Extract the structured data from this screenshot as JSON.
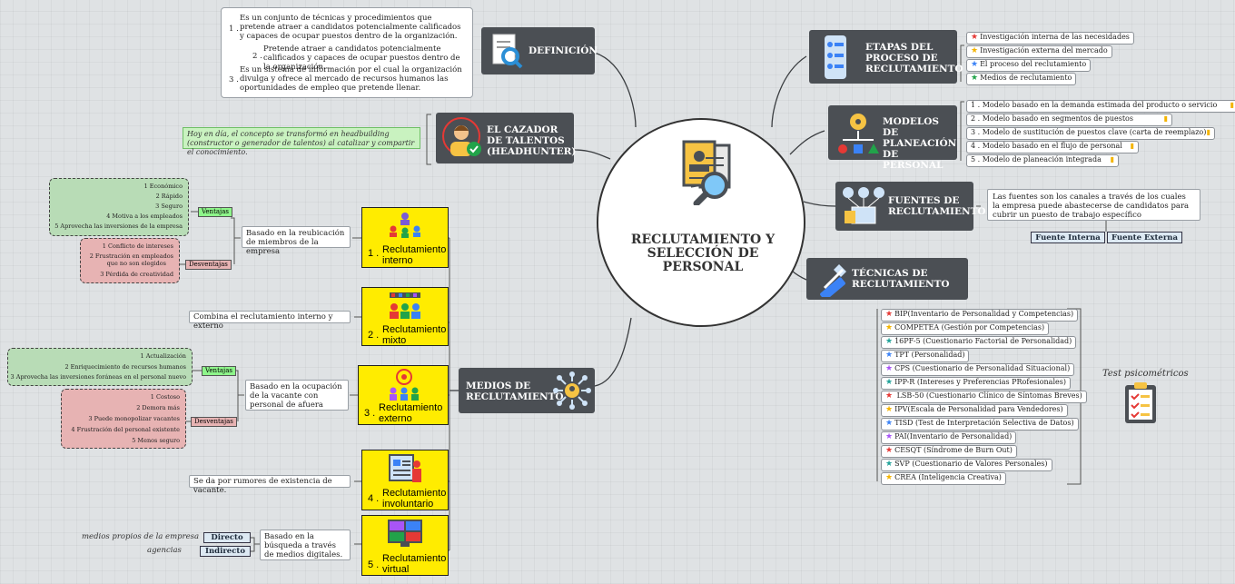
{
  "center": {
    "title": "RECLUTAMIENTO Y SELECCIÓN DE PERSONAL"
  },
  "definicion": {
    "title": "DEFINICIÓN",
    "items": [
      {
        "num": "1 .",
        "text": "Es un conjunto de técnicas y procedimientos que pretende atraer a candidatos potencialmente calificados y capaces de ocupar puestos dentro de la organización."
      },
      {
        "num": "2 .",
        "text": "Pretende atraer a candidatos potencialmente calificados y capaces de ocupar puestos dentro de la organización."
      },
      {
        "num": "3 .",
        "text": "Es un sistema de información por el cual la organización divulga y ofrece al mercado de recursos humanos las oportunidades de empleo que pretende llenar."
      }
    ]
  },
  "cazador": {
    "title": "EL CAZADOR DE TALENTOS (HEADHUNTER)",
    "note": "Hoy en día, el concepto se transformó en headbuilding (constructor o generador de talentos) al catalizar y compartir el conocimiento."
  },
  "etapas": {
    "title": "ETAPAS DEL PROCESO DE RECLUTAMIENTO",
    "items": [
      {
        "text": "Investigación interna de las necesidades",
        "color": "#e53935"
      },
      {
        "text": "Investigación externa del mercado",
        "color": "#f4b400"
      },
      {
        "text": "El proceso del reclutamiento",
        "color": "#3b82f6"
      },
      {
        "text": "Medios de reclutamiento",
        "color": "#22a34a"
      }
    ]
  },
  "modelos": {
    "title": "MODELOS DE PLANEACIÓN DE PERSONAL",
    "items": [
      {
        "num": "1 .",
        "text": "Modelo basado en la demanda estimada del producto o servicio"
      },
      {
        "num": "2 .",
        "text": "Modelo basado en segmentos de puestos"
      },
      {
        "num": "3 .",
        "text": "Modelo de sustitución de puestos clave (carta de reemplazo)"
      },
      {
        "num": "4 .",
        "text": "Modelo basado en el flujo de personal"
      },
      {
        "num": "5 .",
        "text": "Modelo de planeación integrada"
      }
    ]
  },
  "fuentes": {
    "title": "FUENTES DE RECLUTAMIENTO",
    "desc": "Las fuentes son los canales a través de los cuales la empresa puede abastecerse de candidatos para cubrir un puesto de trabajo específico",
    "interna": "Fuente Interna",
    "externa": "Fuente Externa"
  },
  "tecnicas": {
    "title": "TÉCNICAS DE RECLUTAMIENTO",
    "label": "Test psicométricos",
    "items": [
      {
        "text": "BIP(Inventario de Personalidad y Competencias)",
        "color": "#e53935"
      },
      {
        "text": "COMPETEA (Gestión por Competencias)",
        "color": "#f4b400"
      },
      {
        "text": "16PF-5 (Cuestionario Factorial de Personalidad)",
        "color": "#22a39a"
      },
      {
        "text": "TPT (Personalidad)",
        "color": "#3b82f6"
      },
      {
        "text": "CPS (Cuestionario de Personalidad Situacional)",
        "color": "#a855f7"
      },
      {
        "text": "IPP-R (Intereses y Preferencias PRofesionales)",
        "color": "#22a39a"
      },
      {
        "text": " LSB-50 (Cuestionario Clínico de Síntomas Breves)",
        "color": "#e53935"
      },
      {
        "text": "IPV(Escala de Personalidad para Vendedores)",
        "color": "#f4b400"
      },
      {
        "text": "TISD (Test de Interpretación Selectiva de Datos)",
        "color": "#3b82f6"
      },
      {
        "text": "PAI(Inventario de Personalidad)",
        "color": "#a855f7"
      },
      {
        "text": "CESQT (Síndrome de Burn Out)",
        "color": "#e53935"
      },
      {
        "text": "SVP (Cuestionario de Valores Personales)",
        "color": "#22a39a"
      },
      {
        "text": "CREA (Inteligencia Creativa)",
        "color": "#f4b400"
      }
    ]
  },
  "medios": {
    "title": "MEDIOS DE RECLUTAMIENTO",
    "interno": {
      "num": "1 .",
      "label": "Reclutamiento interno",
      "desc": "Basado en la reubicación de miembros de la empresa",
      "ventajas_label": "Ventajas",
      "desventajas_label": "Desventajas",
      "ventajas": [
        "1  Económico",
        "2  Rápido",
        "3  Seguro",
        "4  Motiva a los empleados",
        "5  Aprovecha las inversiones de la empresa"
      ],
      "desventajas": [
        "1  Conflicto de intereses",
        "2  Frustración en empleados",
        "que no son elegidos",
        "3  Pérdida de creatividad"
      ]
    },
    "mixto": {
      "num": "2 .",
      "label": "Reclutamiento mixto",
      "desc": "Combina el reclutamiento interno y externo"
    },
    "externo": {
      "num": "3 .",
      "label": "Reclutamiento externo",
      "desc": "Basado en la ocupación de la vacante con personal de afuera",
      "ventajas_label": "Ventajas",
      "desventajas_label": "Desventajas",
      "ventajas": [
        "1  Actualización",
        "2  Enriquecimiento de recursos humanos",
        "3  Aprovecha las inversiones foráneas en el personal nuevo"
      ],
      "desventajas": [
        "1  Costoso",
        "2  Demora más",
        "3  Puede monopolizar vacantes",
        "4  Frustración del personal existente",
        "5  Menos seguro"
      ]
    },
    "involuntario": {
      "num": "4 .",
      "label": "Reclutamiento involuntario",
      "desc": "Se da por rumores de existencia de vacante."
    },
    "virtual": {
      "num": "5 .",
      "label": "Reclutamiento virtual",
      "desc": "Basado en la búsqueda a través de medios digitales.",
      "directo": "Directo",
      "indirecto": "Indirecto",
      "directo_note": "medios propios de la empresa",
      "indirecto_note": "agencias"
    }
  }
}
